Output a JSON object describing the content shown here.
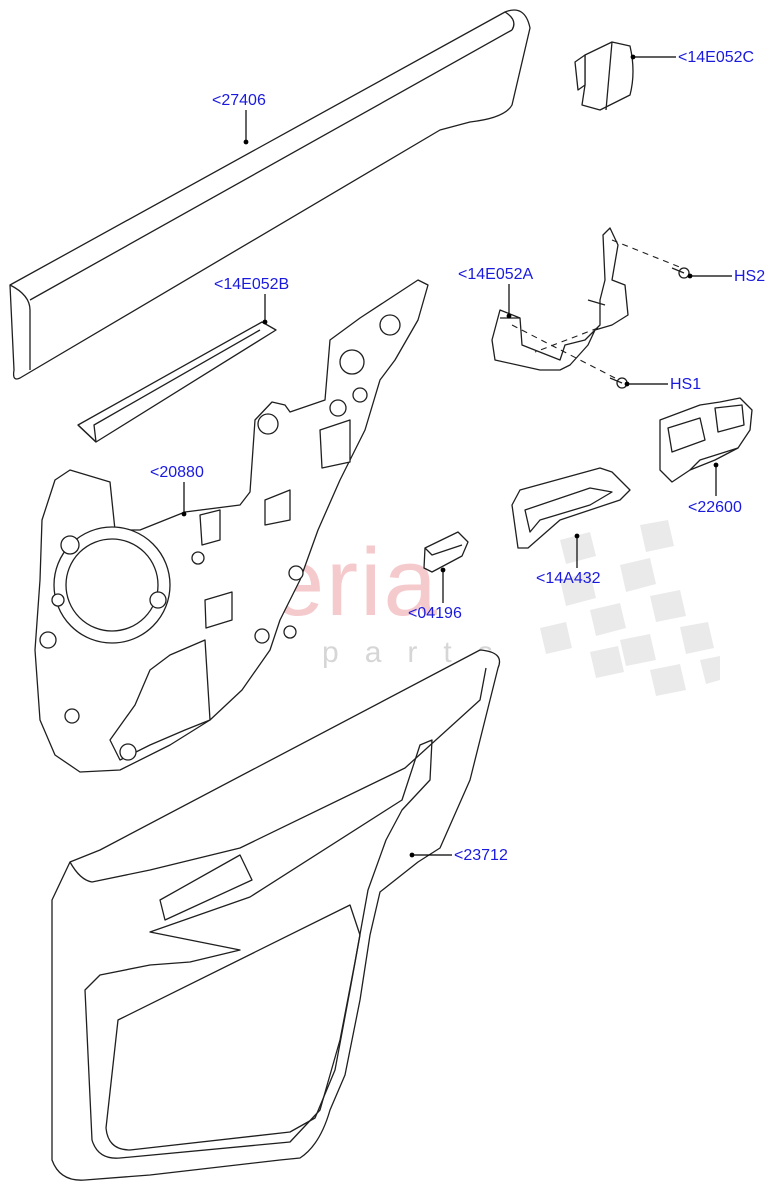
{
  "watermark": {
    "brand": "scuderia",
    "sub": "car parts",
    "brand_color": "#f2b9bd",
    "sub_color": "#d6d6d6",
    "flag_color": "#d9d9d9"
  },
  "colors": {
    "callout_text": "#1a1adf",
    "leader": "#000000",
    "part_stroke": "#1f1f1f",
    "part_fill": "#ffffff"
  },
  "callouts": [
    {
      "id": "27406",
      "label": "<27406"
    },
    {
      "id": "14E052C",
      "label": "<14E052C"
    },
    {
      "id": "14E052B",
      "label": "<14E052B"
    },
    {
      "id": "14E052A",
      "label": "<14E052A"
    },
    {
      "id": "HS2",
      "label": "HS2"
    },
    {
      "id": "HS1",
      "label": "HS1"
    },
    {
      "id": "20880",
      "label": "<20880"
    },
    {
      "id": "22600",
      "label": "<22600"
    },
    {
      "id": "14A432",
      "label": "<14A432"
    },
    {
      "id": "04196",
      "label": "<04196"
    },
    {
      "id": "23712",
      "label": "<23712"
    }
  ]
}
